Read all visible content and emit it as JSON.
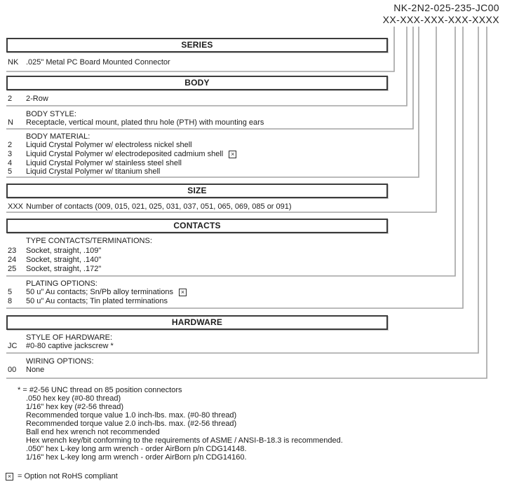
{
  "colors": {
    "text": "#1c1c1c",
    "connector_line": "#a3a3a3",
    "box_border": "#3c3c3c"
  },
  "part_number": {
    "example": "NK-2N2-025-235-JC00",
    "mask": "XX-XXX-XXX-XXX-XXXX"
  },
  "icons": {
    "not_rohs": "×"
  },
  "sections": [
    {
      "header": "SERIES",
      "groups": [
        {
          "options": [
            {
              "code": "NK",
              "desc": ".025\" Metal PC Board Mounted Connector"
            }
          ]
        }
      ]
    },
    {
      "header": "BODY",
      "groups": [
        {
          "options": [
            {
              "code": "2",
              "desc": "2-Row"
            }
          ]
        },
        {
          "label": "BODY STYLE:",
          "options": [
            {
              "code": "N",
              "desc": "Receptacle, vertical mount, plated thru hole (PTH) with mounting ears"
            }
          ]
        },
        {
          "label": "BODY MATERIAL:",
          "options": [
            {
              "code": "2",
              "desc": "Liquid Crystal Polymer w/ electroless nickel shell"
            },
            {
              "code": "3",
              "desc": "Liquid Crystal Polymer w/ electrodeposited cadmium shell",
              "not_rohs": true
            },
            {
              "code": "4",
              "desc": "Liquid Crystal Polymer w/ stainless steel shell"
            },
            {
              "code": "5",
              "desc": "Liquid Crystal Polymer w/ titanium shell"
            }
          ]
        }
      ]
    },
    {
      "header": "SIZE",
      "groups": [
        {
          "options": [
            {
              "code": "XXX",
              "desc": "Number of contacts (009, 015, 021, 025, 031, 037, 051, 065, 069, 085 or 091)"
            }
          ]
        }
      ]
    },
    {
      "header": "CONTACTS",
      "groups": [
        {
          "label": "TYPE CONTACTS/TERMINATIONS:",
          "options": [
            {
              "code": "23",
              "desc": "Socket, straight, .109\""
            },
            {
              "code": "24",
              "desc": "Socket, straight, .140\""
            },
            {
              "code": "25",
              "desc": "Socket, straight, .172\""
            }
          ]
        },
        {
          "label": "PLATING OPTIONS:",
          "options": [
            {
              "code": "5",
              "desc": "50 u\" Au contacts; Sn/Pb alloy terminations",
              "not_rohs": true
            },
            {
              "code": "8",
              "desc": "50 u\" Au contacts; Tin plated terminations"
            }
          ]
        }
      ]
    },
    {
      "header": "HARDWARE",
      "groups": [
        {
          "label": "STYLE OF HARDWARE:",
          "options": [
            {
              "code": "JC",
              "desc": "#0-80 captive jackscrew *"
            }
          ]
        },
        {
          "label": "WIRING OPTIONS:",
          "options": [
            {
              "code": "00",
              "desc": "None"
            }
          ]
        }
      ]
    }
  ],
  "footnotes": {
    "intro": "* = #2-56 UNC thread on 85 position connectors",
    "lines": [
      ".050 hex key (#0-80 thread)",
      "1/16\" hex key (#2-56 thread)",
      "Recommended torque value 1.0 inch-lbs. max. (#0-80 thread)",
      "Recommended torque value 2.0 inch-lbs. max. (#2-56 thread)",
      "Ball end hex wrench not recommended",
      "Hex wrench key/bit conforming to the requirements of ASME / ANSI-B-18.3 is recommended.",
      ".050\" hex L-key long arm wrench - order AirBorn p/n CDG14148.",
      "1/16\" hex L-key long arm wrench - order AirBorn p/n CDG14160."
    ]
  },
  "legend": {
    "text": "= Option not RoHS compliant"
  }
}
